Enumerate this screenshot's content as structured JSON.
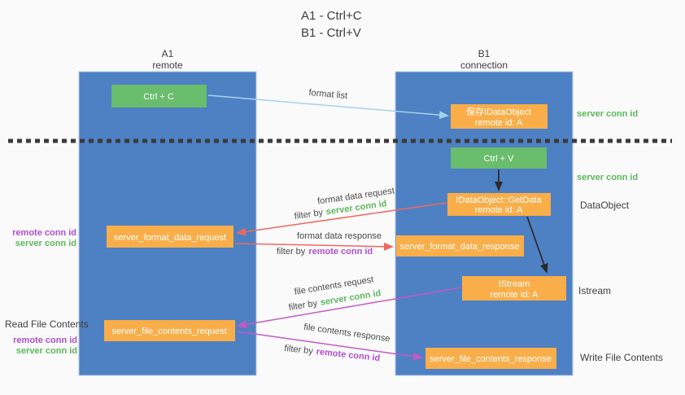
{
  "title": {
    "line1": "A1 - Ctrl+C",
    "line2": "B1 - Ctrl+V"
  },
  "columns": {
    "a1": {
      "name": "A1",
      "subtitle": "remote"
    },
    "b1": {
      "name": "B1",
      "subtitle": "connection"
    }
  },
  "nodes": {
    "ctrl_c": "Ctrl + C",
    "save_dataobject_line1": "保存IDataObject",
    "save_dataobject_line2": "remote id: A",
    "ctrl_v": "Ctrl + V",
    "getdata_line1": "IDataObject::GetData",
    "getdata_line2": "remote id: A",
    "format_request": "server_format_data_request",
    "format_response": "server_format_data_response",
    "istream_line1": "IStream",
    "istream_line2": "remote id: A",
    "file_request": "server_file_contents_request",
    "file_response": "server_file_contents_response"
  },
  "labels": {
    "format_list": "format list",
    "format_data_request": "format data request",
    "format_data_response": "format data response",
    "file_contents_request": "file contents request",
    "file_contents_response": "file contents response",
    "filter_by": "filter by",
    "server_conn_id": "server conn id",
    "remote_conn_id": "remote conn id",
    "read_file_contents": "Read File Contents",
    "write_file_contents": "Write File Contents",
    "dataobject": "DataObject",
    "istream": "Istream"
  },
  "colors": {
    "column_blue": "#4e80c4",
    "box_green": "#69bd6c",
    "box_orange": "#f9ae49",
    "arrow_red": "#ed6a5f",
    "arrow_magenta": "#c45ac4",
    "arrow_lightblue": "#a4d2ee",
    "arrow_black": "#2b2b2b",
    "text_green": "#5cb85c",
    "text_purple": "#b14ed1",
    "bg": "#fafafa"
  }
}
